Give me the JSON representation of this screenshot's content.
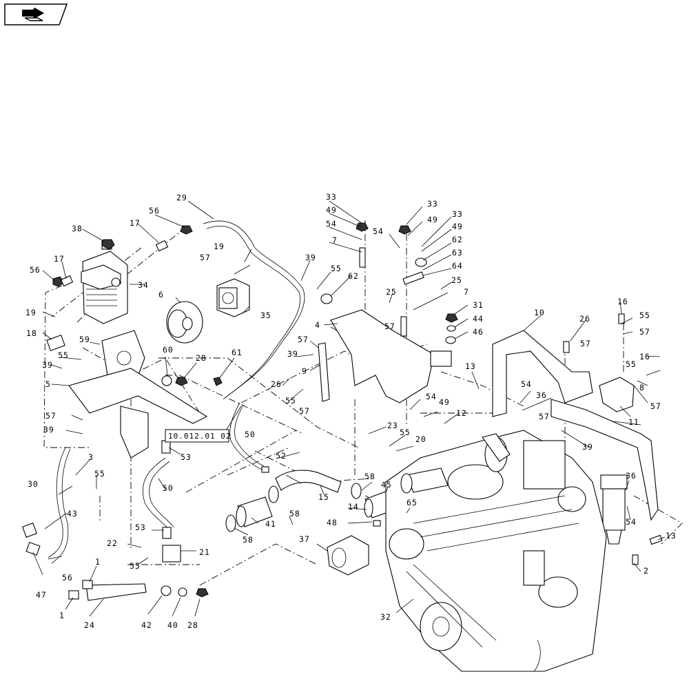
{
  "nav": {
    "icon": "book-arrow-icon"
  },
  "cross_reference": "10.012.01 02",
  "callouts": [
    {
      "id": "c1",
      "text": "1"
    },
    {
      "id": "c1b",
      "text": "1"
    },
    {
      "id": "c2",
      "text": "2"
    },
    {
      "id": "c3",
      "text": "3"
    },
    {
      "id": "c4",
      "text": "4"
    },
    {
      "id": "c5",
      "text": "5"
    },
    {
      "id": "c6",
      "text": "6"
    },
    {
      "id": "c7",
      "text": "7"
    },
    {
      "id": "c7b",
      "text": "7"
    },
    {
      "id": "c8",
      "text": "8"
    },
    {
      "id": "c9",
      "text": "9"
    },
    {
      "id": "c10",
      "text": "10"
    },
    {
      "id": "c11",
      "text": "11"
    },
    {
      "id": "c12",
      "text": "12"
    },
    {
      "id": "c13",
      "text": "13"
    },
    {
      "id": "c13b",
      "text": "13"
    },
    {
      "id": "c14",
      "text": "14"
    },
    {
      "id": "c15",
      "text": "15"
    },
    {
      "id": "c16",
      "text": "16"
    },
    {
      "id": "c16b",
      "text": "16"
    },
    {
      "id": "c17",
      "text": "17"
    },
    {
      "id": "c17b",
      "text": "17"
    },
    {
      "id": "c18",
      "text": "18"
    },
    {
      "id": "c19",
      "text": "19"
    },
    {
      "id": "c19b",
      "text": "19"
    },
    {
      "id": "c20",
      "text": "20"
    },
    {
      "id": "c21",
      "text": "21"
    },
    {
      "id": "c22",
      "text": "22"
    },
    {
      "id": "c23",
      "text": "23"
    },
    {
      "id": "c24",
      "text": "24"
    },
    {
      "id": "c25",
      "text": "25"
    },
    {
      "id": "c25b",
      "text": "25"
    },
    {
      "id": "c26",
      "text": "26"
    },
    {
      "id": "c26b",
      "text": "26"
    },
    {
      "id": "c28",
      "text": "28"
    },
    {
      "id": "c28b",
      "text": "28"
    },
    {
      "id": "c29",
      "text": "29"
    },
    {
      "id": "c30",
      "text": "30"
    },
    {
      "id": "c31",
      "text": "31"
    },
    {
      "id": "c32",
      "text": "32"
    },
    {
      "id": "c33",
      "text": "33"
    },
    {
      "id": "c33b",
      "text": "33"
    },
    {
      "id": "c33c",
      "text": "33"
    },
    {
      "id": "c34",
      "text": "34"
    },
    {
      "id": "c35",
      "text": "35"
    },
    {
      "id": "c36",
      "text": "36"
    },
    {
      "id": "c36b",
      "text": "36"
    },
    {
      "id": "c37",
      "text": "37"
    },
    {
      "id": "c38",
      "text": "38"
    },
    {
      "id": "c39",
      "text": "39"
    },
    {
      "id": "c39b",
      "text": "39"
    },
    {
      "id": "c39c",
      "text": "39"
    },
    {
      "id": "c39d",
      "text": "39"
    },
    {
      "id": "c39e",
      "text": "39"
    },
    {
      "id": "c40",
      "text": "40"
    },
    {
      "id": "c41",
      "text": "41"
    },
    {
      "id": "c42",
      "text": "42"
    },
    {
      "id": "c43",
      "text": "43"
    },
    {
      "id": "c44",
      "text": "44"
    },
    {
      "id": "c45",
      "text": "45"
    },
    {
      "id": "c46",
      "text": "46"
    },
    {
      "id": "c47",
      "text": "47"
    },
    {
      "id": "c48",
      "text": "48"
    },
    {
      "id": "c49",
      "text": "49"
    },
    {
      "id": "c49b",
      "text": "49"
    },
    {
      "id": "c49c",
      "text": "49"
    },
    {
      "id": "c49d",
      "text": "49"
    },
    {
      "id": "c50",
      "text": "50"
    },
    {
      "id": "c50b",
      "text": "50"
    },
    {
      "id": "c52",
      "text": "52"
    },
    {
      "id": "c53",
      "text": "53"
    },
    {
      "id": "c53b",
      "text": "53"
    },
    {
      "id": "c54",
      "text": "54"
    },
    {
      "id": "c54b",
      "text": "54"
    },
    {
      "id": "c54c",
      "text": "54"
    },
    {
      "id": "c54d",
      "text": "54"
    },
    {
      "id": "c54e",
      "text": "54"
    },
    {
      "id": "c55",
      "text": "55"
    },
    {
      "id": "c55b",
      "text": "55"
    },
    {
      "id": "c55c",
      "text": "55"
    },
    {
      "id": "c55d",
      "text": "55"
    },
    {
      "id": "c55e",
      "text": "55"
    },
    {
      "id": "c55f",
      "text": "55"
    },
    {
      "id": "c55g",
      "text": "55"
    },
    {
      "id": "c55h",
      "text": "55"
    },
    {
      "id": "c56",
      "text": "56"
    },
    {
      "id": "c56b",
      "text": "56"
    },
    {
      "id": "c56c",
      "text": "56"
    },
    {
      "id": "c57",
      "text": "57"
    },
    {
      "id": "c57b",
      "text": "57"
    },
    {
      "id": "c57c",
      "text": "57"
    },
    {
      "id": "c57d",
      "text": "57"
    },
    {
      "id": "c57e",
      "text": "57"
    },
    {
      "id": "c57f",
      "text": "57"
    },
    {
      "id": "c57g",
      "text": "57"
    },
    {
      "id": "c57h",
      "text": "57"
    },
    {
      "id": "c57i",
      "text": "57"
    },
    {
      "id": "c58",
      "text": "58"
    },
    {
      "id": "c58b",
      "text": "58"
    },
    {
      "id": "c58c",
      "text": "58"
    },
    {
      "id": "c59",
      "text": "59"
    },
    {
      "id": "c60",
      "text": "60"
    },
    {
      "id": "c61",
      "text": "61"
    },
    {
      "id": "c62",
      "text": "62"
    },
    {
      "id": "c62b",
      "text": "62"
    },
    {
      "id": "c63",
      "text": "63"
    },
    {
      "id": "c64",
      "text": "64"
    },
    {
      "id": "c65",
      "text": "65"
    }
  ]
}
